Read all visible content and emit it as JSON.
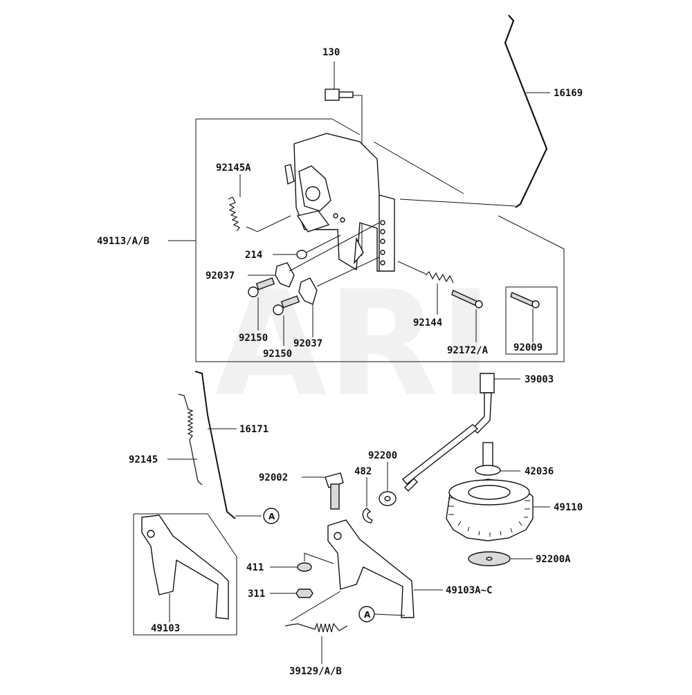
{
  "watermark": "ARI",
  "callout_marker": "A",
  "labels": {
    "p130": "130",
    "p16169": "16169",
    "p92145A": "92145A",
    "p49113": "49113/A/B",
    "p214": "214",
    "p92037a": "92037",
    "p92037b": "92037",
    "p92150a": "92150",
    "p92150b": "92150",
    "p92144": "92144",
    "p92172": "92172/A",
    "p92009": "92009",
    "p39003": "39003",
    "p16171": "16171",
    "p92145": "92145",
    "p92200": "92200",
    "p482": "482",
    "p92002": "92002",
    "p42036": "42036",
    "p49110": "49110",
    "p411": "411",
    "p311": "311",
    "p92200A": "92200A",
    "p49103AC": "49103A~C",
    "p49103": "49103",
    "p39129": "39129/A/B"
  }
}
